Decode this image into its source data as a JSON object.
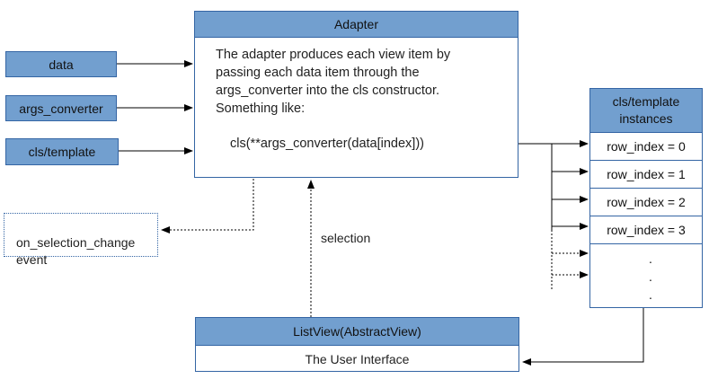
{
  "inputs": {
    "data": "data",
    "args_converter": "args_converter",
    "template": "cls/template"
  },
  "adapter": {
    "title": "Adapter",
    "description": "The adapter produces each view item by\npassing each data item through the\nargs_converter into the cls constructor.\nSomething like:",
    "code": "cls(**args_converter(data[index]))"
  },
  "event": {
    "label": "on_selection_change\nevent"
  },
  "selection_label": "selection",
  "instances": {
    "title": "cls/template\ninstances",
    "rows": [
      "row_index = 0",
      "row_index = 1",
      "row_index = 2",
      "row_index = 3"
    ],
    "ellipsis": ".\n.\n."
  },
  "listview": {
    "title": "ListView(AbstractView)",
    "subtitle": "The User Interface"
  },
  "colors": {
    "box_fill": "#729fcf",
    "box_border": "#3465a4"
  }
}
